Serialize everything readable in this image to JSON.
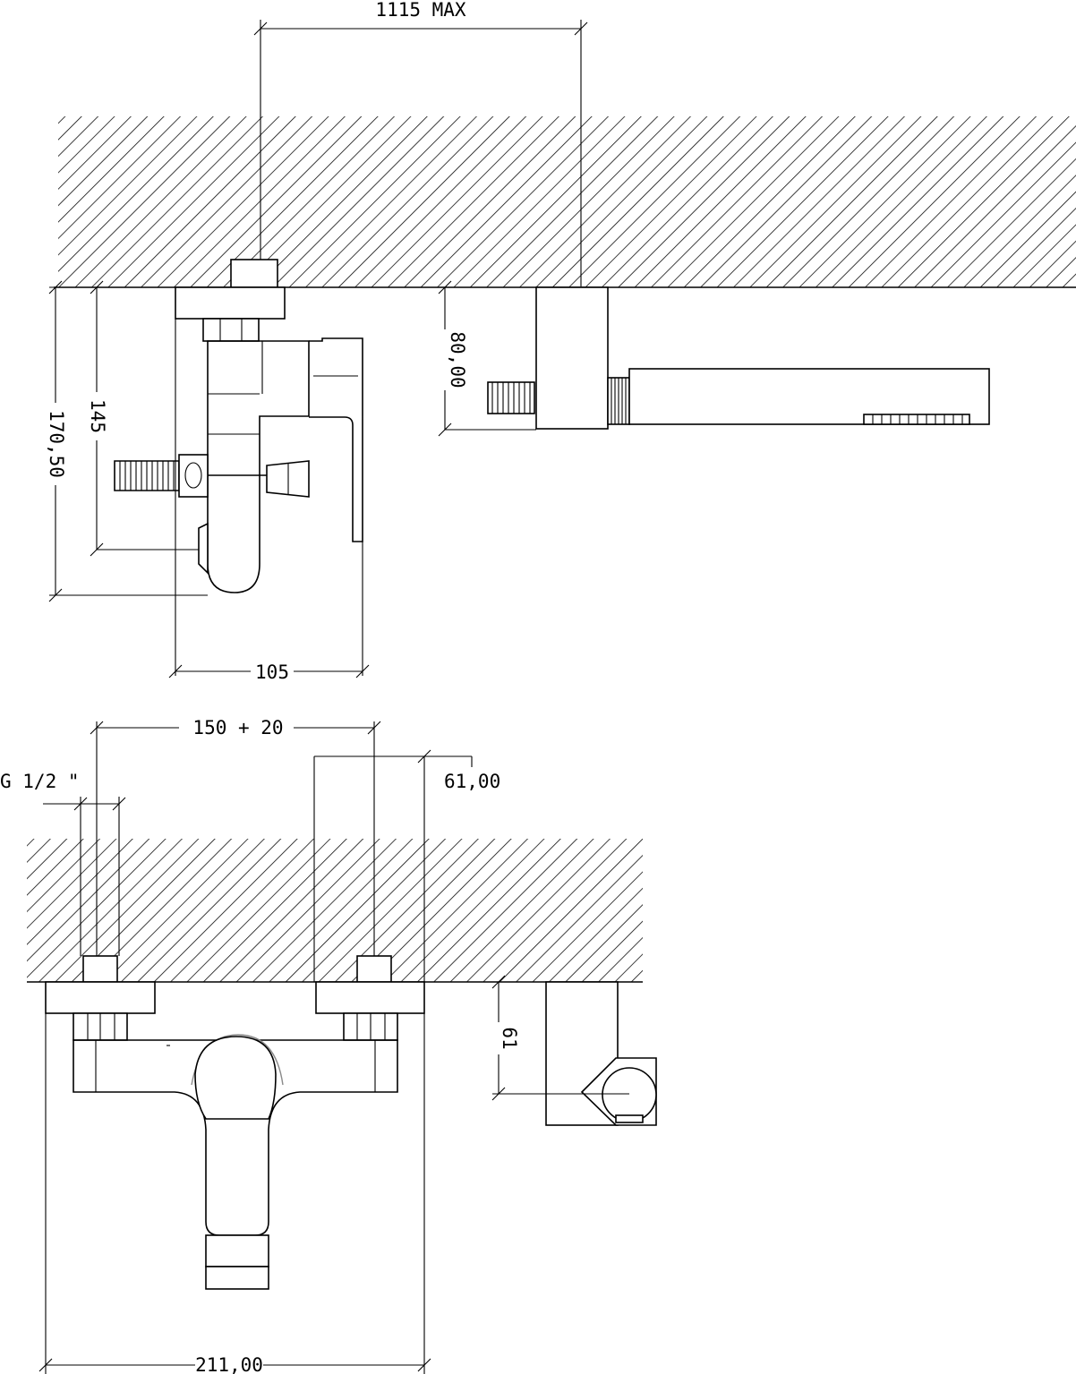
{
  "dimensions": {
    "max_length": "1115  MAX",
    "depth_total": "170,50",
    "depth_outlet": "145",
    "projection": "105",
    "handshower_height": "80,00",
    "centres": "150  +  20",
    "thread": "G  1/2  \"",
    "body_width": "61,00",
    "spout_offset": "61",
    "overall_width": "211,00"
  },
  "colors": {
    "line": "#000000",
    "background": "#ffffff",
    "hatch": "#000000"
  }
}
